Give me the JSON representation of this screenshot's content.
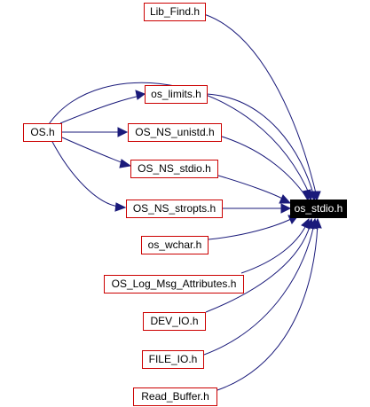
{
  "diagram": {
    "colors": {
      "edge": "#1a1a7a",
      "node_border": "#cc0000",
      "target_bg": "#000000",
      "target_text": "#ffffff"
    },
    "target": {
      "id": "os_stdio",
      "label": "os_stdio.h"
    },
    "nodes": [
      {
        "id": "lib_find",
        "label": "Lib_Find.h"
      },
      {
        "id": "os_limits",
        "label": "os_limits.h"
      },
      {
        "id": "os",
        "label": "OS.h"
      },
      {
        "id": "os_ns_unistd",
        "label": "OS_NS_unistd.h"
      },
      {
        "id": "os_ns_stdio",
        "label": "OS_NS_stdio.h"
      },
      {
        "id": "os_ns_stropts",
        "label": "OS_NS_stropts.h"
      },
      {
        "id": "os_wchar",
        "label": "os_wchar.h"
      },
      {
        "id": "os_log_msg",
        "label": "OS_Log_Msg_Attributes.h"
      },
      {
        "id": "dev_io",
        "label": "DEV_IO.h"
      },
      {
        "id": "file_io",
        "label": "FILE_IO.h"
      },
      {
        "id": "read_buffer",
        "label": "Read_Buffer.h"
      }
    ],
    "edges": [
      {
        "from": "lib_find",
        "to": "os_stdio"
      },
      {
        "from": "os_limits",
        "to": "os_stdio"
      },
      {
        "from": "os",
        "to": "os_stdio"
      },
      {
        "from": "os",
        "to": "os_limits"
      },
      {
        "from": "os",
        "to": "os_ns_unistd"
      },
      {
        "from": "os",
        "to": "os_ns_stdio"
      },
      {
        "from": "os",
        "to": "os_ns_stropts"
      },
      {
        "from": "os_ns_unistd",
        "to": "os_stdio"
      },
      {
        "from": "os_ns_stdio",
        "to": "os_stdio"
      },
      {
        "from": "os_ns_stropts",
        "to": "os_stdio"
      },
      {
        "from": "os_wchar",
        "to": "os_stdio"
      },
      {
        "from": "os_log_msg",
        "to": "os_stdio"
      },
      {
        "from": "dev_io",
        "to": "os_stdio"
      },
      {
        "from": "file_io",
        "to": "os_stdio"
      },
      {
        "from": "read_buffer",
        "to": "os_stdio"
      }
    ]
  }
}
